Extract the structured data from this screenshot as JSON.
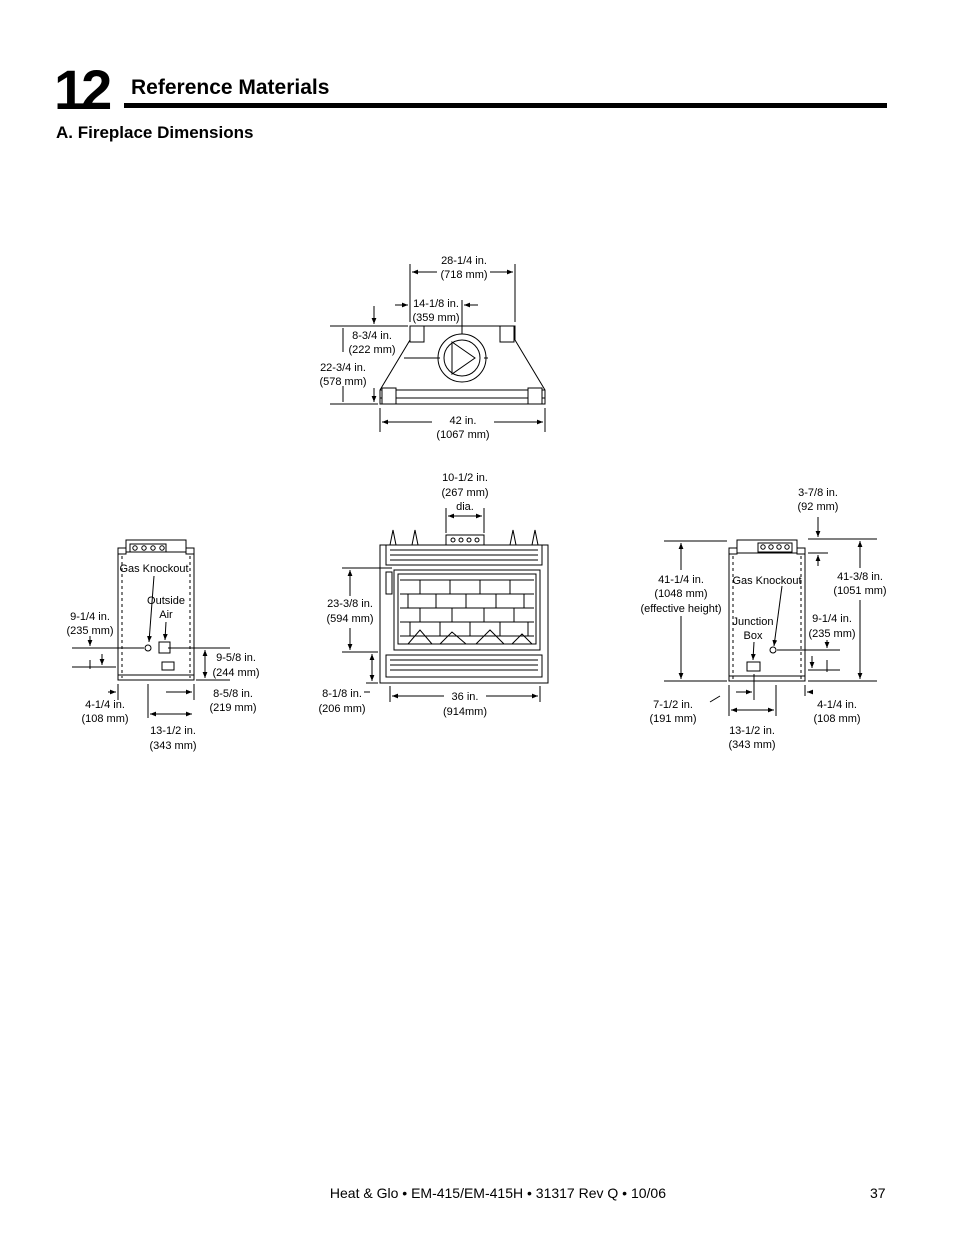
{
  "header": {
    "chapter_number": "12",
    "chapter_title": "Reference Materials"
  },
  "section": {
    "title": "A. Fireplace Dimensions"
  },
  "top_view": {
    "dim_width_overall": [
      "28-1/4 in.",
      "(718 mm)"
    ],
    "dim_center": [
      "14-1/8 in.",
      "(359 mm)"
    ],
    "dim_depth_collar": [
      "8-3/4 in.",
      "(222 mm)"
    ],
    "dim_depth_total": [
      "22-3/4 in.",
      "(578 mm)"
    ],
    "dim_width_base": [
      "42 in.",
      "(1067 mm)"
    ]
  },
  "front_view": {
    "dim_flue": [
      "10-1/2 in.",
      "(267 mm)",
      "dia."
    ],
    "dim_opening_height": [
      "23-3/8 in.",
      "(594 mm)"
    ],
    "dim_base_height": [
      "8-1/8 in.",
      "(206 mm)"
    ],
    "dim_opening_width": [
      "36 in.",
      "(914mm)"
    ]
  },
  "left_view": {
    "label_gas_knockout": "Gas Knockout",
    "label_outside_air": [
      "Outside",
      "Air"
    ],
    "dim_knockout_height": [
      "9-1/4 in.",
      "(235 mm)"
    ],
    "dim_air_height": [
      "9-5/8 in.",
      "(244 mm)"
    ],
    "dim_air_offset": [
      "8-5/8 in.",
      "(219 mm)"
    ],
    "dim_knockout_offset": [
      "4-1/4 in.",
      "(108 mm)"
    ],
    "dim_depth": [
      "13-1/2 in.",
      "(343 mm)"
    ]
  },
  "right_view": {
    "dim_top_offset": [
      "3-7/8 in.",
      "(92 mm)"
    ],
    "dim_effective_height": [
      "41-1/4 in.",
      "(1048 mm)",
      "(effective height)"
    ],
    "label_gas_knockout": "Gas Knockout",
    "label_junction_box": [
      "Junction",
      "Box"
    ],
    "dim_total_height": [
      "41-3/8 in.",
      "(1051 mm)"
    ],
    "dim_knockout_height": [
      "9-1/4 in.",
      "(235 mm)"
    ],
    "dim_junction_offset": [
      "7-1/2 in.",
      "(191 mm)"
    ],
    "dim_knockout_offset": [
      "4-1/4 in.",
      "(108 mm)"
    ],
    "dim_depth": [
      "13-1/2 in.",
      "(343 mm)"
    ]
  },
  "footer": {
    "text": "Heat & Glo • EM-415/EM-415H • 31317 Rev Q • 10/06",
    "page_number": "37"
  }
}
